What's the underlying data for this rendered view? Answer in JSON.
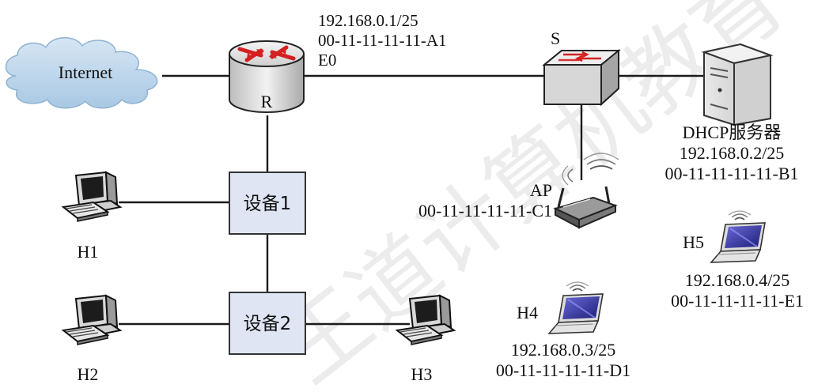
{
  "cloud": {
    "label": "Internet"
  },
  "router": {
    "name": "R",
    "ip": "192.168.0.1/25",
    "mac": "00-11-11-11-11-A1",
    "port": "E0"
  },
  "switch": {
    "name": "S"
  },
  "dhcp": {
    "name": "DHCP服务器",
    "ip": "192.168.0.2/25",
    "mac": "00-11-11-11-11-B1"
  },
  "ap": {
    "name": "AP",
    "mac": "00-11-11-11-11-C1"
  },
  "device1": {
    "label": "设备1"
  },
  "device2": {
    "label": "设备2"
  },
  "h1": {
    "label": "H1"
  },
  "h2": {
    "label": "H2"
  },
  "h3": {
    "label": "H3"
  },
  "h4": {
    "label": "H4",
    "ip": "192.168.0.3/25",
    "mac": "00-11-11-11-11-D1"
  },
  "h5": {
    "label": "H5",
    "ip": "192.168.0.4/25",
    "mac": "00-11-11-11-11-E1"
  },
  "watermark": {
    "text": "王道计算机教育"
  },
  "colors": {
    "cloud": "#b9d4ea",
    "device_box": "#dfe5f2",
    "router_arrows": "#d42020",
    "laptop_screen": "#3a3aa8"
  }
}
